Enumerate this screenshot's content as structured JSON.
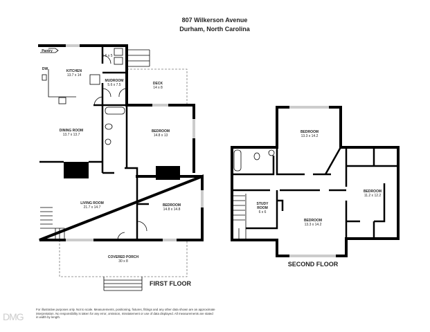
{
  "header": {
    "address": "807 Wilkerson Avenue",
    "city": "Durham, North Carolina"
  },
  "first_floor": {
    "label": "FIRST FLOOR",
    "rooms": [
      {
        "name": "Pantry",
        "dims": ""
      },
      {
        "name": "DW",
        "dims": ""
      },
      {
        "name": "KITCHEN",
        "dims": "13.7 x 14"
      },
      {
        "name": "",
        "dims": "5.6 x 5"
      },
      {
        "name": "MUDROOM",
        "dims": "5.6 x 7.5"
      },
      {
        "name": "DECK",
        "dims": "14 x 8"
      },
      {
        "name": "DINING ROOM",
        "dims": "13.7 x 13.7"
      },
      {
        "name": "BEDROOM",
        "dims": "14.8 x 13"
      },
      {
        "name": "LIVING ROOM",
        "dims": "21.7 x 14.7"
      },
      {
        "name": "BEDROOM",
        "dims": "14.8 x 14.8"
      },
      {
        "name": "COVERED PORCH",
        "dims": "30 x 8"
      }
    ]
  },
  "second_floor": {
    "label": "SECOND FLOOR",
    "rooms": [
      {
        "name": "BEDROOM",
        "dims": "13.3 x 14.2"
      },
      {
        "name": "BEDROOM",
        "dims": "11.2 x 12.2"
      },
      {
        "name": "STUDY",
        "name2": "ROOM",
        "dims": "6 x 6"
      },
      {
        "name": "BEDROOM",
        "dims": "13.3 x 14.2"
      }
    ]
  },
  "footer": {
    "disclaimer": "For illustrative purposes only. Not to scale. Measurements, positioning, fixtures, fittings and any other data shown are an approximate interpretation. No responsibility is taken for any error, omission, misstatement or use of data displayed. All measurements are stated in width by length.",
    "logo": "DMG"
  }
}
